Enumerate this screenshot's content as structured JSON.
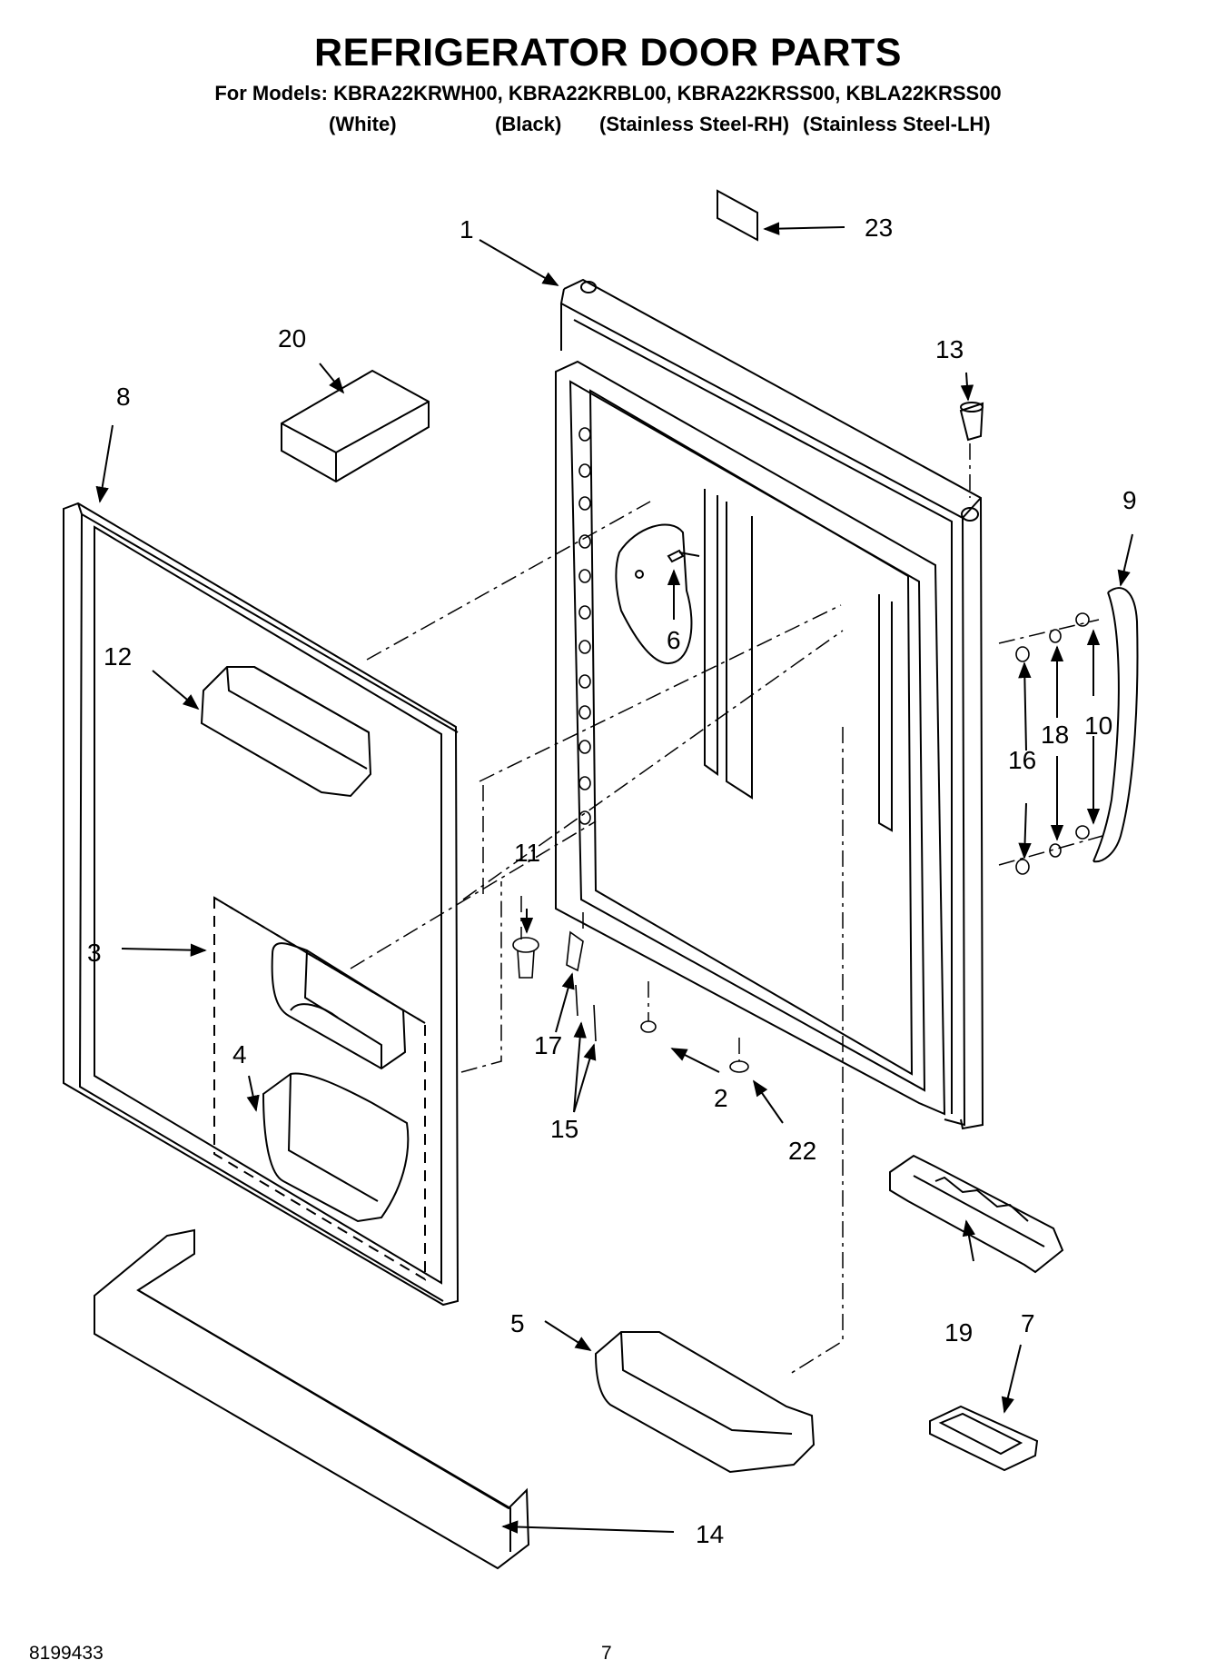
{
  "title": "REFRIGERATOR DOOR PARTS",
  "models_line": "For Models: KBRA22KRWH00, KBRA22KRBL00, KBRA22KRSS00, KBLA22KRSS00",
  "variants": [
    "(White)",
    "(Black)",
    "(Stainless Steel-RH)",
    "(Stainless Steel-LH)"
  ],
  "callouts": [
    "1",
    "2",
    "3",
    "4",
    "5",
    "6",
    "7",
    "8",
    "9",
    "10",
    "11",
    "12",
    "13",
    "14",
    "15",
    "16",
    "17",
    "18",
    "19",
    "20",
    "22",
    "23"
  ],
  "footer": {
    "doc_number": "8199433",
    "page_number": "7"
  }
}
